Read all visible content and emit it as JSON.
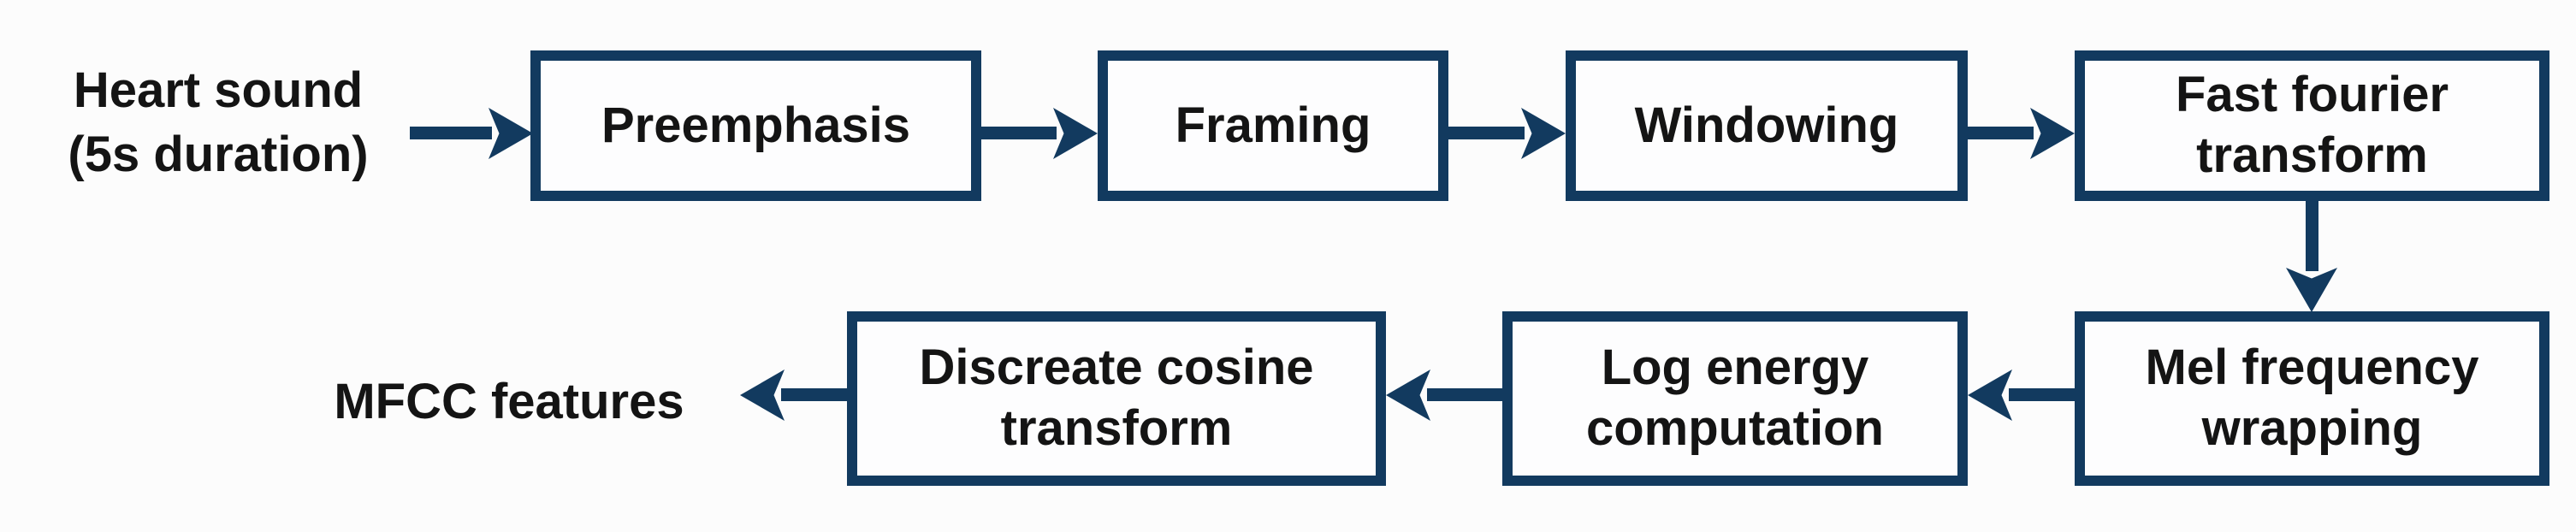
{
  "colors": {
    "accent_navy": "#123a5f",
    "box_fill": "#fdfdfe",
    "text": "#141414",
    "background": "#fcfcfc"
  },
  "source_label": {
    "line1": "Heart sound",
    "line2": "(5s duration)"
  },
  "output_label": "MFCC features",
  "nodes": [
    {
      "id": "preemphasis",
      "label": "Preemphasis"
    },
    {
      "id": "framing",
      "label": "Framing"
    },
    {
      "id": "windowing",
      "label": "Windowing"
    },
    {
      "id": "fft",
      "label": "Fast fourier transform"
    },
    {
      "id": "mel",
      "label": "Mel frequency wrapping"
    },
    {
      "id": "log-energy",
      "label": "Log energy computation"
    },
    {
      "id": "dct",
      "label": "Discreate cosine transform"
    }
  ],
  "connections": [
    {
      "from": "heart-sound",
      "to": "preemphasis",
      "direction": "right"
    },
    {
      "from": "preemphasis",
      "to": "framing",
      "direction": "right"
    },
    {
      "from": "framing",
      "to": "windowing",
      "direction": "right"
    },
    {
      "from": "windowing",
      "to": "fft",
      "direction": "right"
    },
    {
      "from": "fft",
      "to": "mel",
      "direction": "down"
    },
    {
      "from": "mel",
      "to": "log-energy",
      "direction": "left"
    },
    {
      "from": "log-energy",
      "to": "dct",
      "direction": "left"
    },
    {
      "from": "dct",
      "to": "mfcc-features",
      "direction": "left"
    }
  ]
}
